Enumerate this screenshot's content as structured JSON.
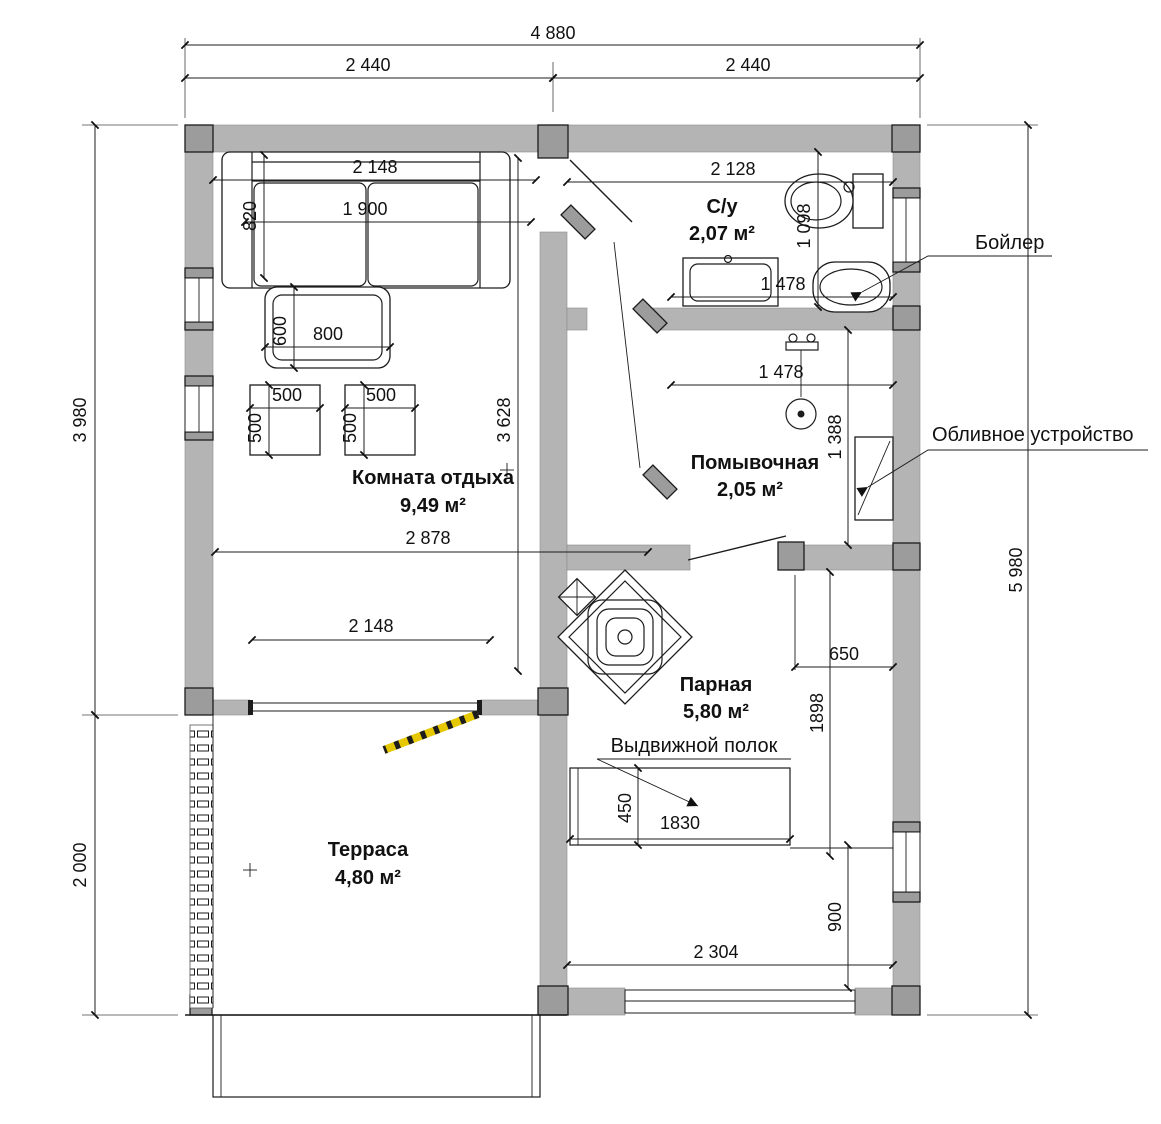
{
  "plan": {
    "rooms": {
      "su": {
        "name": "С/у",
        "area": "2,07 м²"
      },
      "rest": {
        "name": "Комната отдыха",
        "area": "9,49 м²"
      },
      "wash": {
        "name": "Помывочная",
        "area": "2,05 м²"
      },
      "steam": {
        "name": "Парная",
        "area": "5,80 м²"
      },
      "terrace": {
        "name": "Терраса",
        "area": "4,80 м²"
      }
    },
    "callouts": {
      "boiler": "Бойлер",
      "dousing": "Обливное устройство",
      "shelf": "Выдвижной полок"
    },
    "dims": {
      "total_w": "4 880",
      "half_w_l": "2 440",
      "half_w_r": "2 440",
      "left_top_h": "3 980",
      "left_bot_h": "2 000",
      "right_h": "5 980",
      "rest_top_w": "2 148",
      "sofa_d": "820",
      "sofa_seat_w": "1 900",
      "table_d": "600",
      "table_w": "800",
      "stool1_w": "500",
      "stool1_d": "500",
      "stool2_w": "500",
      "stool2_d": "500",
      "rest_h": "3 628",
      "rest_mid_w": "2 878",
      "rest_bot_w": "2 148",
      "su_w": "2 128",
      "su_h": "1 098",
      "su_fix_w": "1 478",
      "wash_w": "1 478",
      "wash_h": "1 388",
      "stove_off": "650",
      "steam_h": "1898",
      "shelf_d": "450",
      "shelf_w": "1830",
      "win_off": "900",
      "steam_w": "2 304"
    },
    "colors": {
      "wall": "#b4b4b4",
      "door_leaf": "#e6c800",
      "line": "#1c1c1c"
    }
  }
}
